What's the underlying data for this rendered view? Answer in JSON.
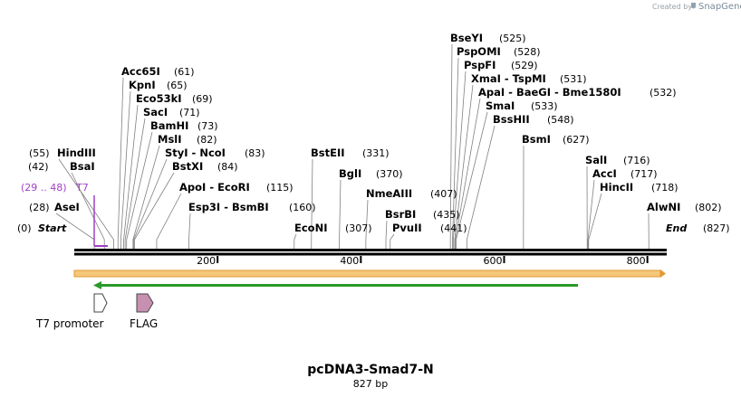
{
  "credit": {
    "created_by": "Created by",
    "brand": "SnapGene"
  },
  "plasmid": {
    "name": "pcDNA3-Smad7-N",
    "length_label": "827 bp",
    "length": 827
  },
  "colors": {
    "feature_line": "#f0b040",
    "orf_arrow": "#2a9a2a",
    "primer": "#a040c8",
    "flag": "#c890b0"
  },
  "map": {
    "start_label": "Start",
    "start_pos": "(0)",
    "end_label": "End",
    "end_pos": "(827)",
    "ticks": [
      {
        "value": 200,
        "label": "200"
      },
      {
        "value": 400,
        "label": "400"
      },
      {
        "value": 600,
        "label": "600"
      },
      {
        "value": 800,
        "label": "800"
      }
    ]
  },
  "primer_site": {
    "range": "(29 .. 48)",
    "name": "T7",
    "start": 29,
    "end": 48
  },
  "sites": [
    {
      "name": "AseI",
      "pos": "(28)",
      "bp": 28
    },
    {
      "name": "BsaI",
      "pos": "(42)",
      "bp": 42
    },
    {
      "name": "HindIII",
      "pos": "(55)",
      "bp": 55
    },
    {
      "name": "Acc65I",
      "pos": "(61)",
      "bp": 61
    },
    {
      "name": "KpnI",
      "pos": "(65)",
      "bp": 65
    },
    {
      "name": "Eco53kI",
      "pos": "(69)",
      "bp": 69
    },
    {
      "name": "SacI",
      "pos": "(71)",
      "bp": 71
    },
    {
      "name": "BamHI",
      "pos": "(73)",
      "bp": 73
    },
    {
      "name": "MslI",
      "pos": "(82)",
      "bp": 82
    },
    {
      "name": "StyI - NcoI",
      "pos": "(83)",
      "bp": 83
    },
    {
      "name": "BstXI",
      "pos": "(84)",
      "bp": 84
    },
    {
      "name": "ApoI - EcoRI",
      "pos": "(115)",
      "bp": 115
    },
    {
      "name": "Esp3I - BsmBI",
      "pos": "(160)",
      "bp": 160
    },
    {
      "name": "EcoNI",
      "pos": "(307)",
      "bp": 307
    },
    {
      "name": "BstEII",
      "pos": "(331)",
      "bp": 331
    },
    {
      "name": "BglI",
      "pos": "(370)",
      "bp": 370
    },
    {
      "name": "NmeAIII",
      "pos": "(407)",
      "bp": 407
    },
    {
      "name": "BsrBI",
      "pos": "(435)",
      "bp": 435
    },
    {
      "name": "PvuII",
      "pos": "(441)",
      "bp": 441
    },
    {
      "name": "BseYI",
      "pos": "(525)",
      "bp": 525
    },
    {
      "name": "PspOMI",
      "pos": "(528)",
      "bp": 528
    },
    {
      "name": "PspFI",
      "pos": "(529)",
      "bp": 529
    },
    {
      "name": "XmaI - TspMI",
      "pos": "(531)",
      "bp": 531
    },
    {
      "name": "ApaI - BaeGI - Bme1580I",
      "pos": "(532)",
      "bp": 532
    },
    {
      "name": "SmaI",
      "pos": "(533)",
      "bp": 533
    },
    {
      "name": "BssHII",
      "pos": "(548)",
      "bp": 548
    },
    {
      "name": "BsmI",
      "pos": "(627)",
      "bp": 627
    },
    {
      "name": "SalI",
      "pos": "(716)",
      "bp": 716
    },
    {
      "name": "AccI",
      "pos": "(717)",
      "bp": 717
    },
    {
      "name": "HincII",
      "pos": "(718)",
      "bp": 718
    },
    {
      "name": "AlwNI",
      "pos": "(802)",
      "bp": 802
    }
  ],
  "features": [
    {
      "name": "T7 promoter",
      "direction": "forward"
    },
    {
      "name": "FLAG",
      "direction": "forward"
    }
  ]
}
